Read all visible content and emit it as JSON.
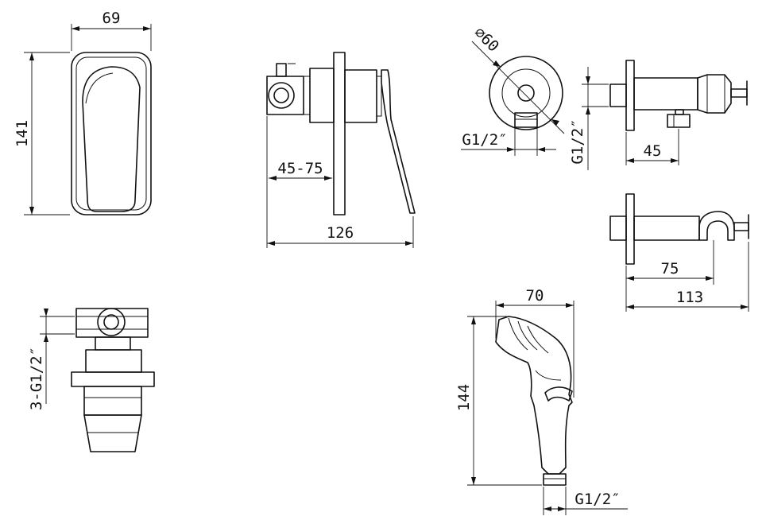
{
  "dimensions": {
    "mixer_front_width": "69",
    "mixer_front_height": "141",
    "mixer_side_depth_range": "45-75",
    "mixer_side_total_depth": "126",
    "outlet_diameter": "⌀60",
    "outlet_thread": "G1/2″",
    "outlet_side_thread": "G1/2″",
    "outlet_side_depth": "45",
    "holder_depth": "75",
    "holder_total_depth": "113",
    "body_threads": "3-G1/2″",
    "handset_width": "70",
    "handset_height": "144",
    "handset_thread": "G1/2″"
  },
  "colors": {
    "line": "#111111",
    "background": "#ffffff"
  }
}
